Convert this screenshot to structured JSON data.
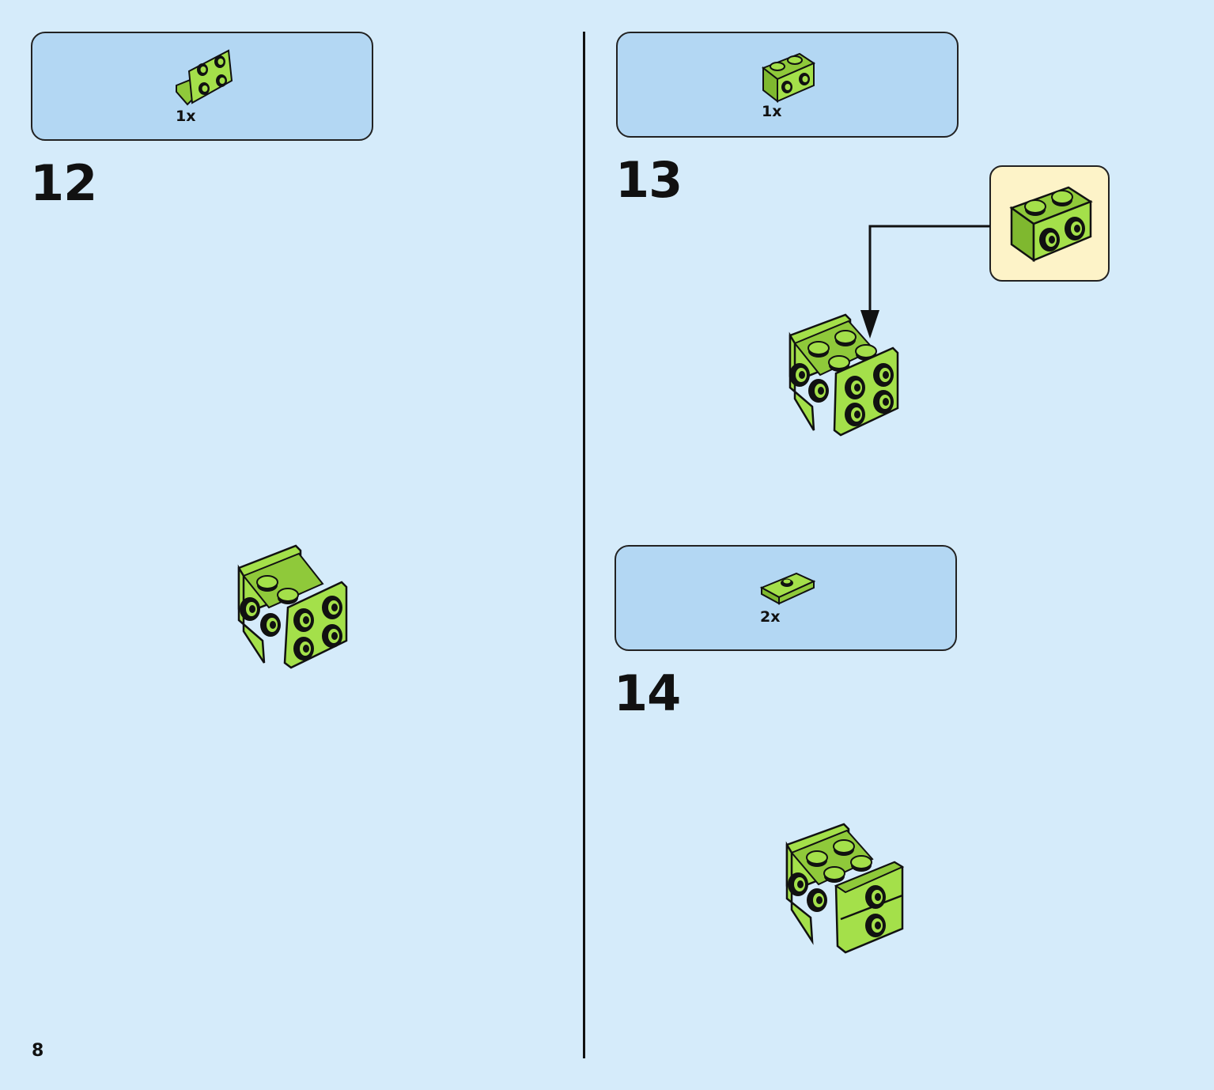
{
  "page": {
    "number": "8"
  },
  "colors": {
    "background": "#d5ebfa",
    "parts_box": "#b3d7f3",
    "callout": "#fdf3c8",
    "brick_green": "#a4e04a"
  },
  "steps": [
    {
      "number": "12",
      "parts": [
        {
          "count": "1x",
          "piece": "bracket-1x2-2x2-icon"
        }
      ]
    },
    {
      "number": "13",
      "parts": [
        {
          "count": "1x",
          "piece": "brick-1x2-studs-side-icon"
        }
      ],
      "callout": "brick-1x2-studs-side-icon"
    },
    {
      "number": "14",
      "parts": [
        {
          "count": "2x",
          "piece": "jumper-plate-1x2-icon"
        }
      ]
    }
  ]
}
